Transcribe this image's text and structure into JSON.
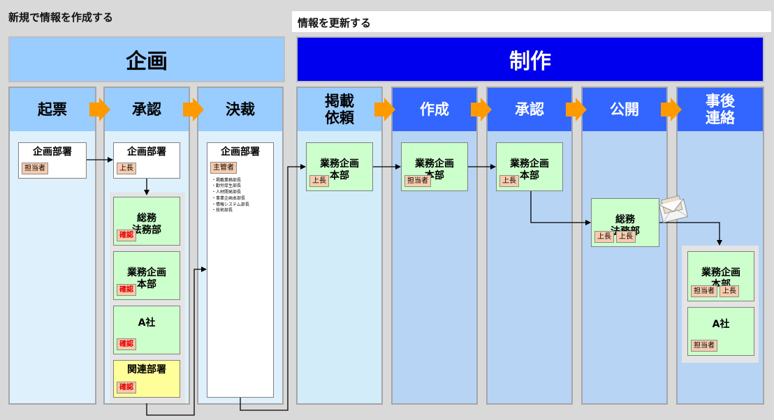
{
  "sections": {
    "create_title": "新規で情報を作成する",
    "update_title": "情報を更新する"
  },
  "phases": {
    "plan": "企画",
    "production": "制作"
  },
  "columns": {
    "draft": "起票",
    "approve1": "承認",
    "decision": "決裁",
    "request": "掲載\n依頼",
    "create": "作成",
    "approve2": "承認",
    "publish": "公開",
    "followup": "事後\n連絡"
  },
  "boxes": {
    "draft_dept": {
      "title": "企画部署",
      "tags": [
        "担当者"
      ]
    },
    "approve_dept": {
      "title": "企画部署",
      "tags": [
        "上長"
      ]
    },
    "approve_general": {
      "title": "総務\n法務部",
      "tags": [
        "確認"
      ]
    },
    "approve_business": {
      "title": "業務企画\n本部",
      "tags": [
        "確認"
      ]
    },
    "approve_a": {
      "title": "A社",
      "tags": [
        "確認"
      ]
    },
    "approve_related": {
      "title": "関連部署",
      "tags": [
        "確認"
      ]
    },
    "decision_dept": {
      "title": "企画部署",
      "tags": [
        "主管者"
      ],
      "list": [
        "掲載業務部長",
        "勤労厚生部長",
        "人材開発部長",
        "事業企画本部長",
        "情報システム部長",
        "技術部長"
      ]
    },
    "request_business": {
      "title": "業務企画\n本部",
      "tags": [
        "上長"
      ]
    },
    "create_business": {
      "title": "業務企画\n本部",
      "tags": [
        "担当者"
      ]
    },
    "approve2_business": {
      "title": "業務企画\n本部",
      "tags": [
        "上長"
      ]
    },
    "publish_general": {
      "title": "総務\n法務部",
      "tags": [
        "上長",
        "上長"
      ]
    },
    "followup_business": {
      "title": "業務企画\n本部",
      "tags": [
        "担当者",
        "上長"
      ]
    },
    "followup_a": {
      "title": "A社",
      "tags": [
        "担当者"
      ]
    }
  },
  "icons": {
    "flow_arrow": "orange-chevron-arrow",
    "mail": "envelope-icon"
  },
  "colors": {
    "plan_banner": "#99ccff",
    "production_banner": "#0000ee",
    "production_column_head": "#3366ff",
    "arrow": "#ff9900",
    "tag": "#f8cbad",
    "confirm_text": "#e00000"
  }
}
